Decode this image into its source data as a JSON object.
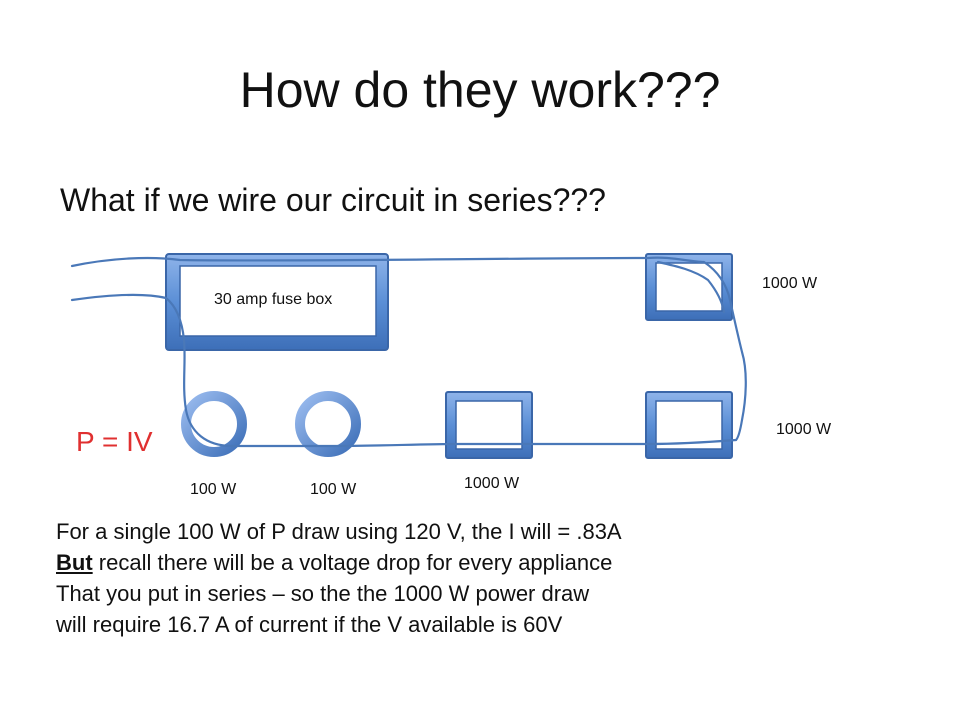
{
  "slide": {
    "title": "How do they work???",
    "subtitle": "What if we wire our circuit in series???"
  },
  "diagram": {
    "fuse_box_label": "30 amp fuse box",
    "appliance_labels": {
      "top_right": "1000 W",
      "bottom_right": "1000 W",
      "bottom_middle": "1000 W",
      "bulb_1": "100 W",
      "bulb_2": "100 W"
    },
    "formula": "P = IV",
    "colors": {
      "wire": "#4a78b8",
      "box_fill": "#5b8fd6",
      "box_edge": "#3a66a8",
      "formula": "#e03030"
    }
  },
  "body": {
    "line1": " For a single 100 W of P draw using 120 V, the I will = .83A",
    "line2_emph": "But",
    "line2_rest": " recall there will be a voltage drop for every appliance",
    "line3": "That you put in series – so the the 1000 W power draw",
    "line4": "will require 16.7 A of current if the V available is 60V"
  }
}
